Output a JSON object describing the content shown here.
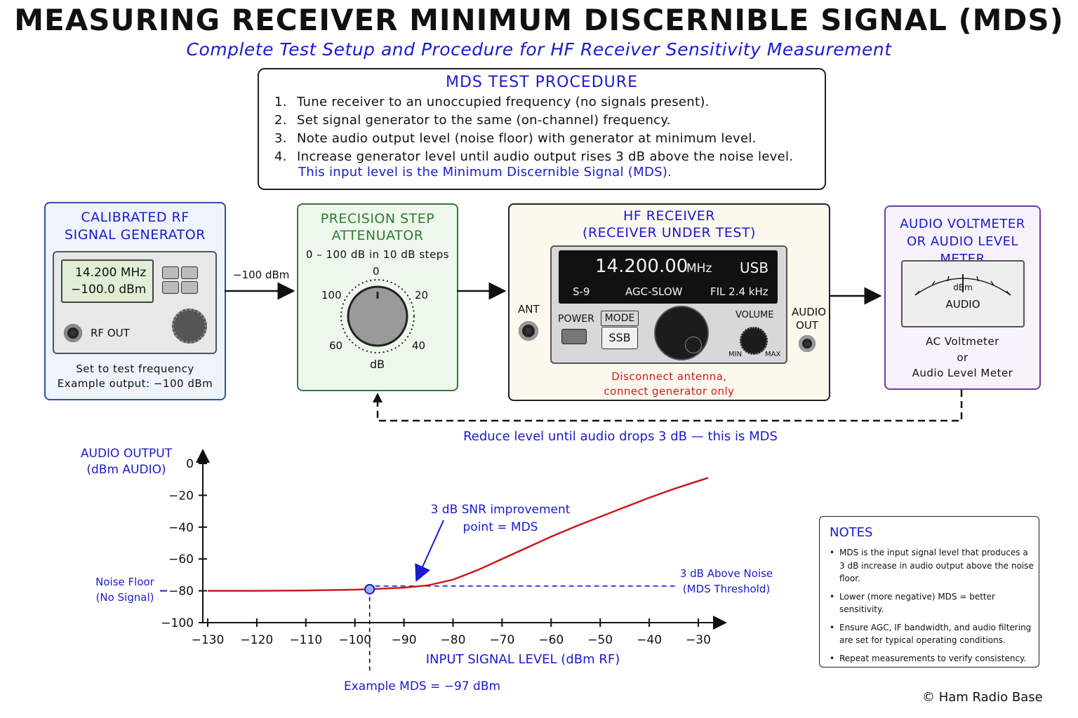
{
  "title": "MEASURING RECEIVER MINIMUM DISCERNIBLE SIGNAL (MDS)",
  "subtitle": "Complete Test Setup and Procedure for HF Receiver Sensitivity Measurement",
  "procedure": {
    "heading": "MDS TEST PROCEDURE",
    "steps": [
      {
        "num": "1.",
        "text": "Tune receiver to an unoccupied frequency (no signals present)."
      },
      {
        "num": "2.",
        "text": "Set signal generator to the same (on-channel) frequency."
      },
      {
        "num": "3.",
        "text": "Note audio output level (noise floor) with generator at minimum level."
      },
      {
        "num": "4.",
        "text": "Increase generator level until audio output rises 3 dB above the noise level."
      }
    ],
    "conclusion": "This input level is the Minimum Discernible Signal (MDS)."
  },
  "generator": {
    "heading_line1": "CALIBRATED RF",
    "heading_line2": "SIGNAL GENERATOR",
    "display_freq": "14.200 MHz",
    "display_level": "−100.0 dBm",
    "rf_out_label": "RF OUT",
    "note_line1": "Set to test frequency",
    "note_line2": "Example output: −100 dBm"
  },
  "link_gen_att": "−100 dBm",
  "attenuator": {
    "heading_line1": "PRECISION STEP",
    "heading_line2": "ATTENUATOR",
    "range": "0 – 100 dB in 10 dB steps",
    "dial_labels": {
      "top": "0",
      "right_upper": "20",
      "right_lower": "40",
      "left_lower": "60",
      "left_upper": "100"
    },
    "unit": "dB"
  },
  "receiver": {
    "heading_line1": "HF RECEIVER",
    "heading_line2": "(RECEIVER UNDER TEST)",
    "freq": "14.200.00",
    "freq_unit": "MHz",
    "mode_display": "USB",
    "s_meter": "S-9",
    "agc": "AGC-SLOW",
    "filter": "FIL 2.4 kHz",
    "ant_label": "ANT",
    "power_label": "POWER",
    "mode_label": "MODE",
    "mode_button": "SSB",
    "volume_label": "VOLUME",
    "vol_min": "MIN",
    "vol_max": "MAX",
    "audio_out_line1": "AUDIO",
    "audio_out_line2": "OUT",
    "warning_line1": "Disconnect antenna,",
    "warning_line2": "connect generator only"
  },
  "voltmeter": {
    "heading_line1": "AUDIO VOLTMETER",
    "heading_line2": "OR AUDIO LEVEL METER",
    "meter_unit": "dBm",
    "meter_label": "AUDIO",
    "desc_line1": "AC Voltmeter",
    "desc_line2": "or",
    "desc_line3": "Audio Level Meter"
  },
  "feedback_text": "Reduce level until audio drops 3 dB — this is MDS",
  "chart_data": {
    "type": "line",
    "ylabel_line1": "AUDIO OUTPUT",
    "ylabel_line2": "(dBm AUDIO)",
    "xlabel": "INPUT SIGNAL LEVEL (dBm RF)",
    "xlim": [
      -130,
      -30
    ],
    "ylim": [
      -100,
      0
    ],
    "x_ticks": [
      "−130",
      "−120",
      "−110",
      "−100",
      "−90",
      "−80",
      "−70",
      "−60",
      "−50",
      "−40",
      "−30"
    ],
    "y_ticks": [
      "0",
      "−20",
      "−40",
      "−60",
      "−80",
      "−100"
    ],
    "series": [
      {
        "color": "#cc1a1a",
        "points": [
          [
            -130,
            -80
          ],
          [
            -120,
            -80
          ],
          [
            -110,
            -79.8
          ],
          [
            -100,
            -79.3
          ],
          [
            -97,
            -79
          ],
          [
            -90,
            -78
          ],
          [
            -85,
            -76.5
          ],
          [
            -80,
            -73
          ],
          [
            -75,
            -67
          ],
          [
            -70,
            -60
          ],
          [
            -65,
            -53
          ],
          [
            -60,
            -46
          ],
          [
            -55,
            -39.5
          ],
          [
            -50,
            -33.5
          ],
          [
            -45,
            -27.5
          ],
          [
            -40,
            -21.5
          ],
          [
            -35,
            -16
          ],
          [
            -30,
            -11
          ],
          [
            -28,
            -9
          ]
        ]
      }
    ],
    "mds_point": [
      -97,
      -79
    ],
    "threshold_y": -77,
    "annotations": {
      "noise_floor_line1": "Noise Floor",
      "noise_floor_line2": "(No Signal)",
      "snr_line1": "3 dB SNR improvement",
      "snr_line2": "point = MDS",
      "threshold_line1": "3 dB Above Noise",
      "threshold_line2": "(MDS Threshold)",
      "example": "Example MDS = −97 dBm"
    }
  },
  "notes": {
    "heading": "NOTES",
    "items": [
      "MDS is the input signal level that produces a 3 dB increase in audio output above the noise floor.",
      "Lower (more negative) MDS = better sensitivity.",
      "Ensure AGC, IF bandwidth, and audio filtering are set for typical operating conditions.",
      "Repeat measurements to verify consistency."
    ]
  },
  "copyright": "© Ham Radio Base"
}
